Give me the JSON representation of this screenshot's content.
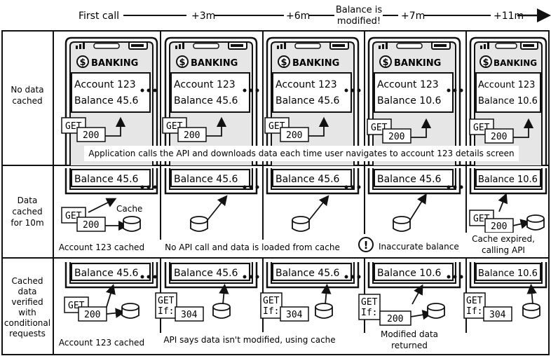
{
  "timeline": {
    "labels": [
      "First call",
      "+3m",
      "+6m",
      "Balance is",
      "modified!",
      "+7m",
      "+11m"
    ]
  },
  "rows": [
    {
      "label_lines": [
        "No data",
        "cached"
      ]
    },
    {
      "label_lines": [
        "Data",
        "cached",
        "for 10m"
      ]
    },
    {
      "label_lines": [
        "Cached",
        "data",
        "verified",
        "with",
        "conditional",
        "requests"
      ]
    }
  ],
  "phone": {
    "brand": "BANKING",
    "brand_icon": "dollar-coin-icon",
    "account_label": "Account 123"
  },
  "balances": {
    "original": "Balance 45.6",
    "modified": "Balance 10.6"
  },
  "request": {
    "method": "GET",
    "conditional": "If:",
    "status_ok": "200",
    "status_not_modified": "304"
  },
  "cache_label": "Cache",
  "captions": {
    "row1": "Application calls the API and downloads data each time user navigates to account 123 details screen",
    "row2_cached": "Account 123 cached",
    "row2_loaded": "No API call and data is loaded from cache",
    "row2_inaccurate": "Inaccurate balance",
    "row2_expired_1": "Cache expired,",
    "row2_expired_2": "calling API",
    "row3_cached": "Account 123 cached",
    "row3_not_modified": "API says data isn't modified, using cache",
    "row3_modified_1": "Modified data",
    "row3_modified_2": "returned"
  },
  "warning_icon": "exclamation-circle-icon"
}
